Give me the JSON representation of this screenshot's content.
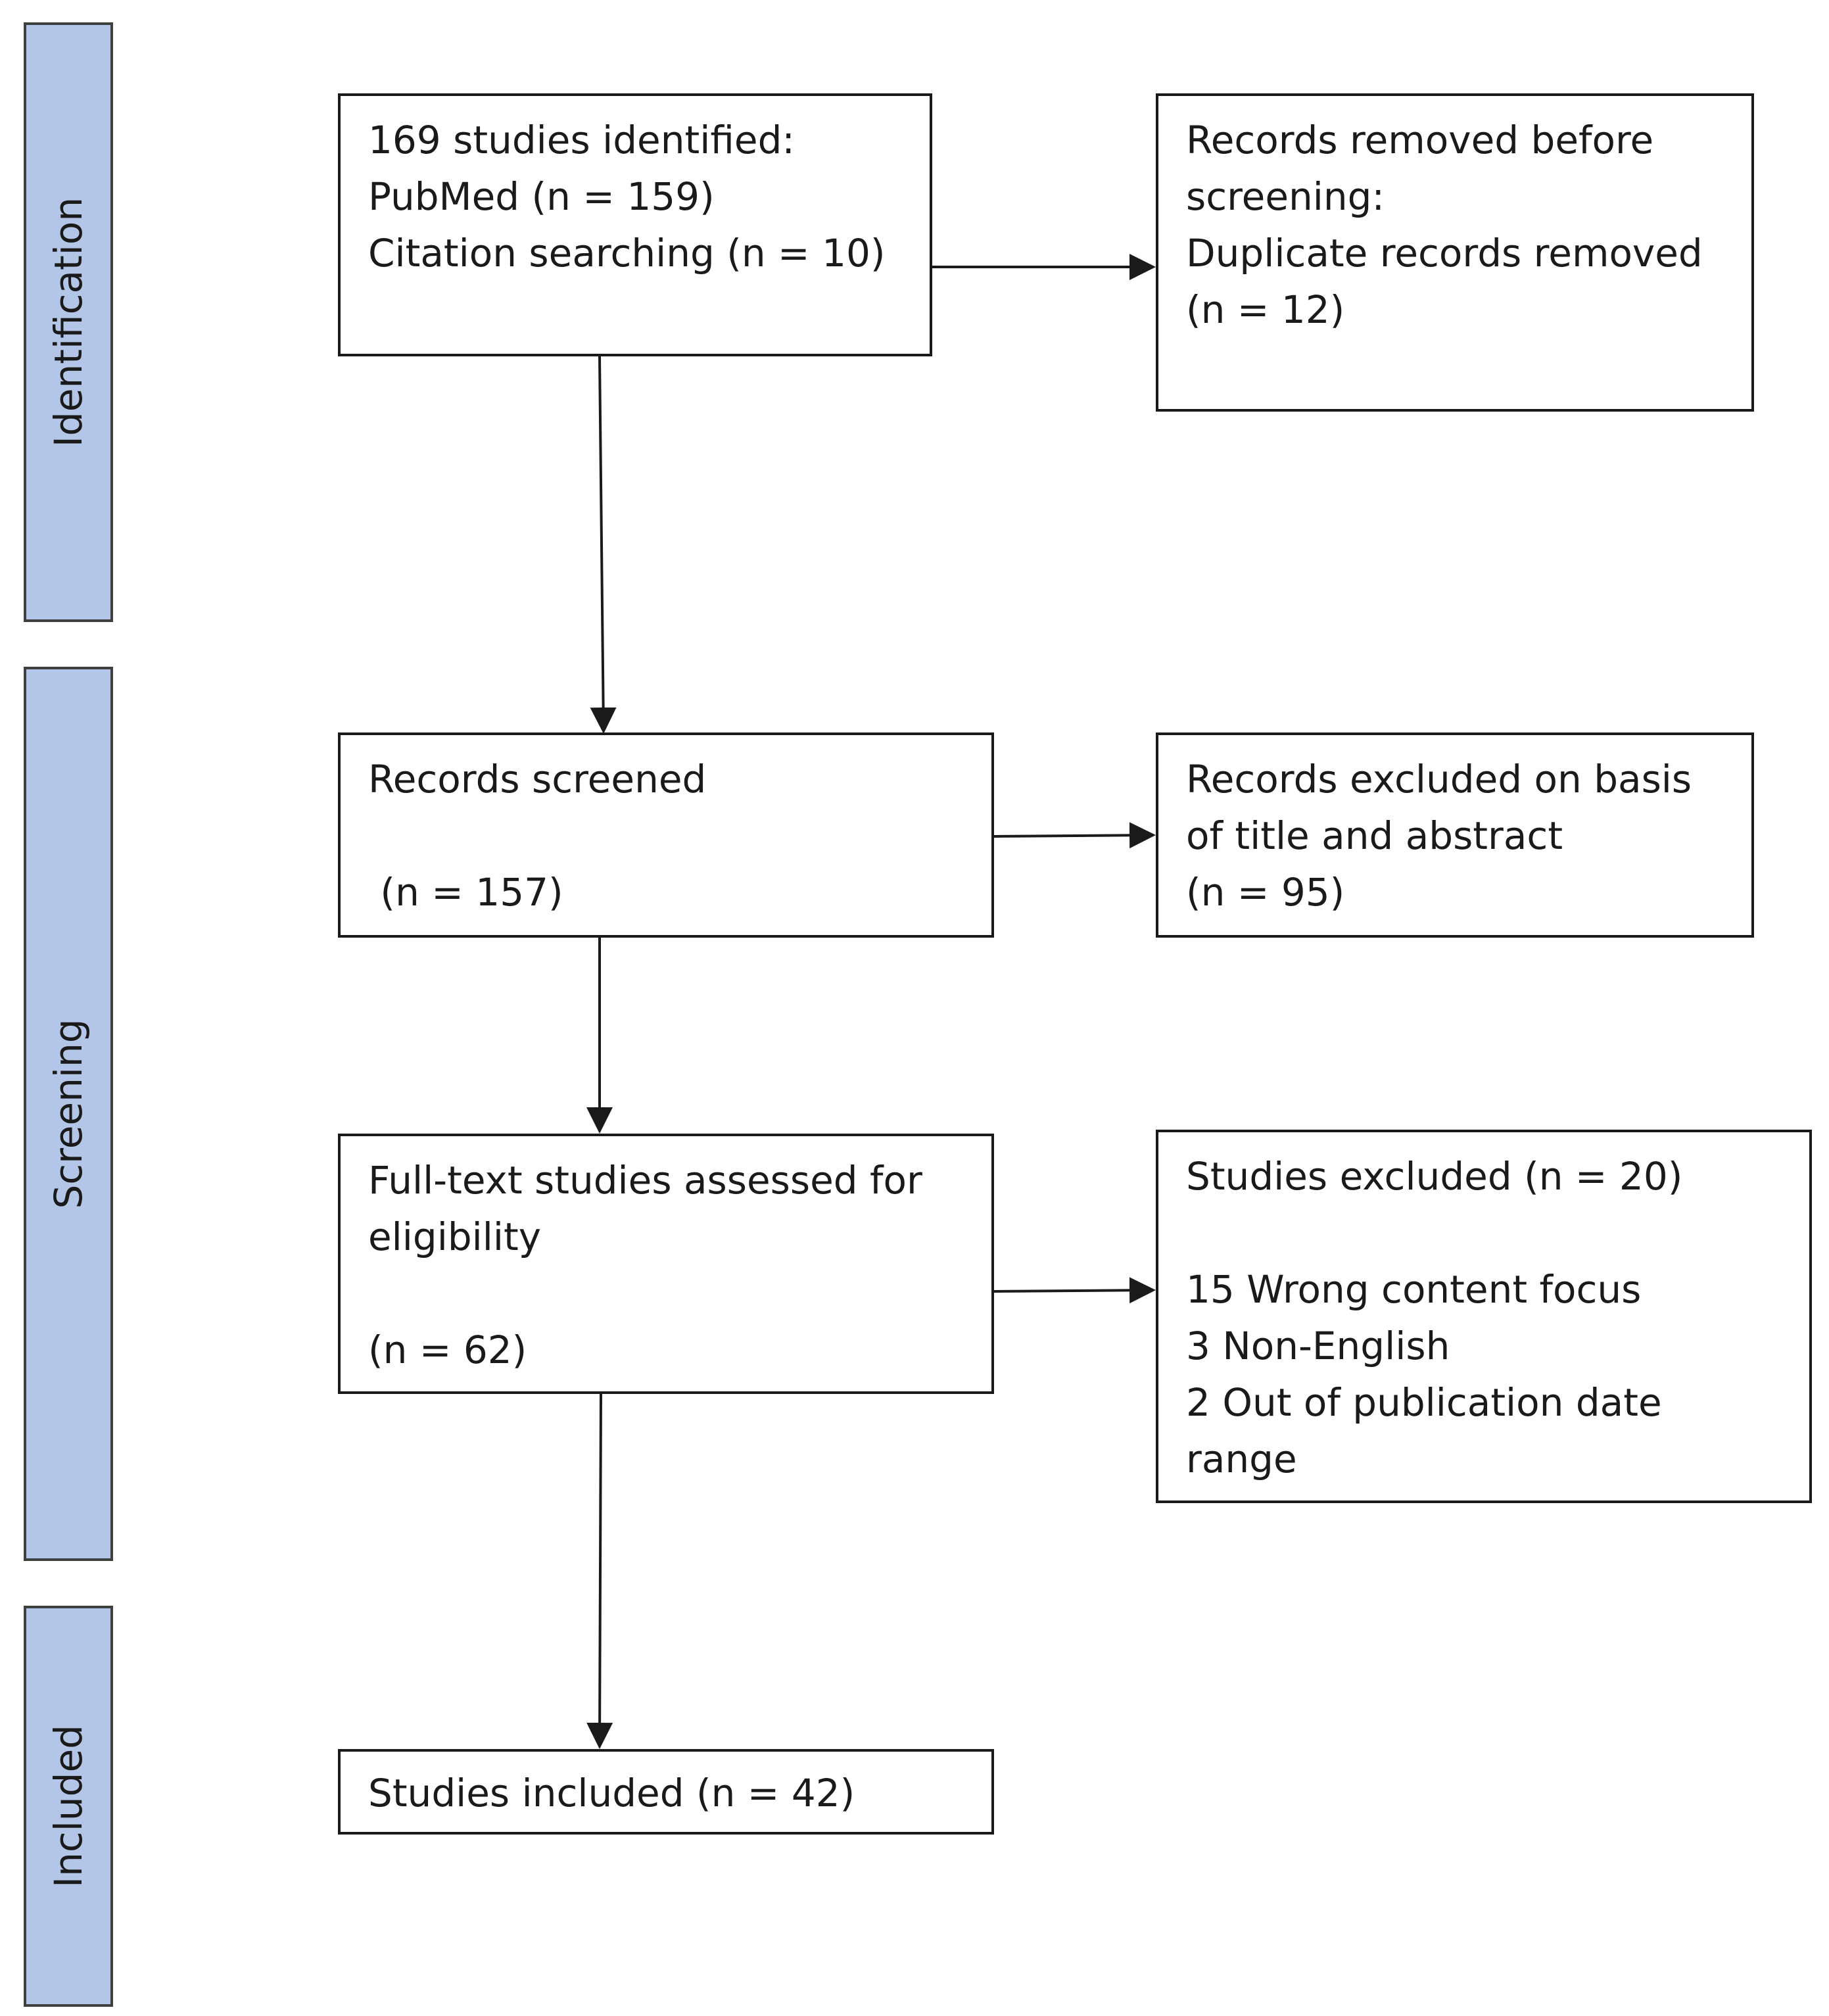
{
  "stages": {
    "identification": "Identification",
    "screening": "Screening",
    "included": "Included"
  },
  "boxes": {
    "identified": {
      "lines": [
        "169 studies identified:",
        "PubMed (n = 159)",
        "Citation searching (n = 10)"
      ]
    },
    "removed_before_screening": {
      "lines": [
        "Records removed before",
        "screening:",
        "Duplicate records removed",
        "(n = 12)"
      ]
    },
    "records_screened": {
      "lines": [
        "Records screened",
        "",
        " (n = 157)"
      ]
    },
    "excluded_title_abstract": {
      "lines": [
        "Records excluded on basis",
        "of title and abstract",
        "(n = 95)"
      ]
    },
    "fulltext_assessed": {
      "lines": [
        "Full-text studies assessed for",
        "eligibility",
        "",
        "(n = 62)"
      ]
    },
    "studies_excluded": {
      "lines": [
        "Studies excluded (n = 20)",
        "",
        "15 Wrong content focus",
        "3 Non-English",
        "2 Out of publication date",
        "range"
      ]
    },
    "studies_included": {
      "lines": [
        "Studies included (n = 42)"
      ]
    }
  }
}
